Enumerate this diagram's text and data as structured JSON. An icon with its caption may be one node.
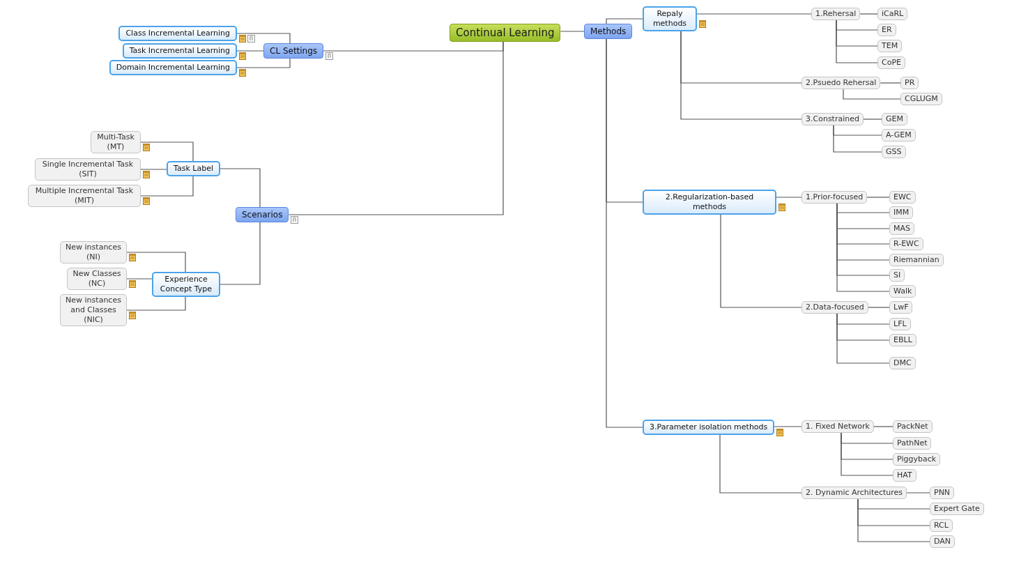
{
  "diagram": {
    "nodes": [
      {
        "text": [
          "Continual Learning"
        ]
      },
      {
        "text": [
          "CL Settings"
        ]
      },
      {
        "text": [
          "Class Incremental Learning"
        ]
      },
      {
        "text": [
          "Task Incremental Learning"
        ]
      },
      {
        "text": [
          "Domain Incremental Learning"
        ]
      },
      {
        "text": [
          "Scenarios"
        ]
      },
      {
        "text": [
          "Task Label"
        ]
      },
      {
        "text": [
          "Multi-Task (MT)"
        ]
      },
      {
        "text": [
          "Single Incremental Task (SIT)"
        ]
      },
      {
        "text": [
          "Multiple Incremental Task (MIT)"
        ]
      },
      {
        "text": [
          "Experience Concept Type"
        ]
      },
      {
        "text": [
          "New instances (NI)"
        ]
      },
      {
        "text": [
          "New Classes (NC)"
        ]
      },
      {
        "text": [
          "New instances and Classes (NIC)"
        ]
      },
      {
        "text": [
          "Methods"
        ]
      },
      {
        "text": [
          "Repaly methods"
        ]
      },
      {
        "text": [
          "1.Rehersal"
        ]
      },
      {
        "text": [
          "iCaRL"
        ]
      },
      {
        "text": [
          "ER"
        ]
      },
      {
        "text": [
          "TEM"
        ]
      },
      {
        "text": [
          "CoPE"
        ]
      },
      {
        "text": [
          "2.Psuedo Rehersal"
        ]
      },
      {
        "text": [
          "PR"
        ]
      },
      {
        "text": [
          "CGLUGM"
        ]
      },
      {
        "text": [
          "3.Constrained"
        ]
      },
      {
        "text": [
          "GEM"
        ]
      },
      {
        "text": [
          "A-GEM"
        ]
      },
      {
        "text": [
          "GSS"
        ]
      },
      {
        "text": [
          "2.Regularization-based methods"
        ]
      },
      {
        "text": [
          "1.Prior-focused"
        ]
      },
      {
        "text": [
          "EWC"
        ]
      },
      {
        "text": [
          "IMM"
        ]
      },
      {
        "text": [
          "MAS"
        ]
      },
      {
        "text": [
          "R-EWC"
        ]
      },
      {
        "text": [
          "Riemannian"
        ]
      },
      {
        "text": [
          "SI"
        ]
      },
      {
        "text": [
          "Walk"
        ]
      },
      {
        "text": [
          "2.Data-focused"
        ]
      },
      {
        "text": [
          "LwF"
        ]
      },
      {
        "text": [
          "LFL"
        ]
      },
      {
        "text": [
          "EBLL"
        ]
      },
      {
        "text": [
          "DMC"
        ]
      },
      {
        "text": [
          "3.Parameter isolation methods"
        ]
      },
      {
        "text": [
          "1. Fixed Network"
        ]
      },
      {
        "text": [
          "PackNet"
        ]
      },
      {
        "text": [
          "PathNet"
        ]
      },
      {
        "text": [
          "Piggyback"
        ]
      },
      {
        "text": [
          "HAT"
        ]
      },
      {
        "text": [
          "2. Dynamic Architectures"
        ]
      },
      {
        "text": [
          "PNN"
        ]
      },
      {
        "text": [
          "Expert Gate"
        ]
      },
      {
        "text": [
          "RCL"
        ]
      },
      {
        "text": [
          "DAN"
        ]
      }
    ],
    "edges": [
      {
        "from": 0,
        "to": 1,
        "arrow": "none"
      },
      {
        "from": 1,
        "to": 2,
        "arrow": "none"
      },
      {
        "from": 1,
        "to": 3,
        "arrow": "none"
      },
      {
        "from": 1,
        "to": 4,
        "arrow": "none"
      },
      {
        "from": 0,
        "to": 5,
        "arrow": "none"
      },
      {
        "from": 5,
        "to": 6,
        "arrow": "none"
      },
      {
        "from": 6,
        "to": 7,
        "arrow": "none"
      },
      {
        "from": 6,
        "to": 8,
        "arrow": "none"
      },
      {
        "from": 6,
        "to": 9,
        "arrow": "none"
      },
      {
        "from": 5,
        "to": 10,
        "arrow": "none"
      },
      {
        "from": 10,
        "to": 11,
        "arrow": "none"
      },
      {
        "from": 10,
        "to": 12,
        "arrow": "none"
      },
      {
        "from": 10,
        "to": 13,
        "arrow": "none"
      },
      {
        "from": 0,
        "to": 14,
        "arrow": "none"
      },
      {
        "from": 14,
        "to": 15,
        "arrow": "none"
      },
      {
        "from": 15,
        "to": 16,
        "arrow": "none"
      },
      {
        "from": 16,
        "to": 17,
        "arrow": "none"
      },
      {
        "from": 16,
        "to": 18,
        "arrow": "none"
      },
      {
        "from": 16,
        "to": 19,
        "arrow": "none"
      },
      {
        "from": 16,
        "to": 20,
        "arrow": "none"
      },
      {
        "from": 15,
        "to": 21,
        "arrow": "none"
      },
      {
        "from": 21,
        "to": 22,
        "arrow": "none"
      },
      {
        "from": 21,
        "to": 23,
        "arrow": "none"
      },
      {
        "from": 15,
        "to": 24,
        "arrow": "none"
      },
      {
        "from": 24,
        "to": 25,
        "arrow": "none"
      },
      {
        "from": 24,
        "to": 26,
        "arrow": "none"
      },
      {
        "from": 24,
        "to": 27,
        "arrow": "none"
      },
      {
        "from": 14,
        "to": 28,
        "arrow": "none"
      },
      {
        "from": 28,
        "to": 29,
        "arrow": "none"
      },
      {
        "from": 29,
        "to": 30,
        "arrow": "none"
      },
      {
        "from": 29,
        "to": 31,
        "arrow": "none"
      },
      {
        "from": 29,
        "to": 32,
        "arrow": "none"
      },
      {
        "from": 29,
        "to": 33,
        "arrow": "none"
      },
      {
        "from": 29,
        "to": 34,
        "arrow": "none"
      },
      {
        "from": 29,
        "to": 35,
        "arrow": "none"
      },
      {
        "from": 29,
        "to": 36,
        "arrow": "none"
      },
      {
        "from": 28,
        "to": 37,
        "arrow": "none"
      },
      {
        "from": 37,
        "to": 38,
        "arrow": "none"
      },
      {
        "from": 37,
        "to": 39,
        "arrow": "none"
      },
      {
        "from": 37,
        "to": 40,
        "arrow": "none"
      },
      {
        "from": 37,
        "to": 41,
        "arrow": "none"
      },
      {
        "from": 14,
        "to": 42,
        "arrow": "none"
      },
      {
        "from": 42,
        "to": 43,
        "arrow": "none"
      },
      {
        "from": 43,
        "to": 44,
        "arrow": "none"
      },
      {
        "from": 43,
        "to": 45,
        "arrow": "none"
      },
      {
        "from": 43,
        "to": 46,
        "arrow": "none"
      },
      {
        "from": 43,
        "to": 47,
        "arrow": "none"
      },
      {
        "from": 42,
        "to": 48,
        "arrow": "none"
      },
      {
        "from": 48,
        "to": 49,
        "arrow": "none"
      },
      {
        "from": 48,
        "to": 50,
        "arrow": "none"
      },
      {
        "from": 48,
        "to": 51,
        "arrow": "none"
      },
      {
        "from": 48,
        "to": 52,
        "arrow": "none"
      }
    ]
  }
}
